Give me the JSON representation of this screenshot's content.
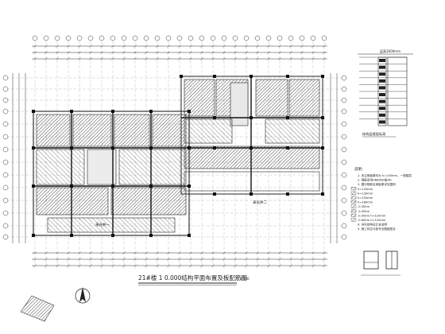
{
  "drawing": {
    "title": "21#楼 1 0.000结构平面布置及板配筋图",
    "title_scale": "1:100",
    "plan_label_upper": "采光井二",
    "plan_label_lower": "采光井一",
    "floor_table_caption": "结构层楼面标高",
    "floor_table_header": "层高3000mm",
    "notes_heading": "说明："
  },
  "notes": [
    "1. 未注明板厚均为 h=100mm，一般楼层",
    "2. 钢筋采用HRB400级(Φ)",
    "3. 图中阴影区域板厚详见图例",
    "h=120mm",
    "h=130mm",
    "h=150mm",
    "h=180mm",
    "-0.300m",
    "-0.450m",
    "-0.500m h=120mm",
    "-0.600m h=120mm",
    "4. 详见结构设计总说明",
    "5. 施工时应与各专业图纸配合"
  ],
  "colors": {
    "line": "#222222",
    "hatch": "#555555",
    "paper": "#ffffff"
  }
}
